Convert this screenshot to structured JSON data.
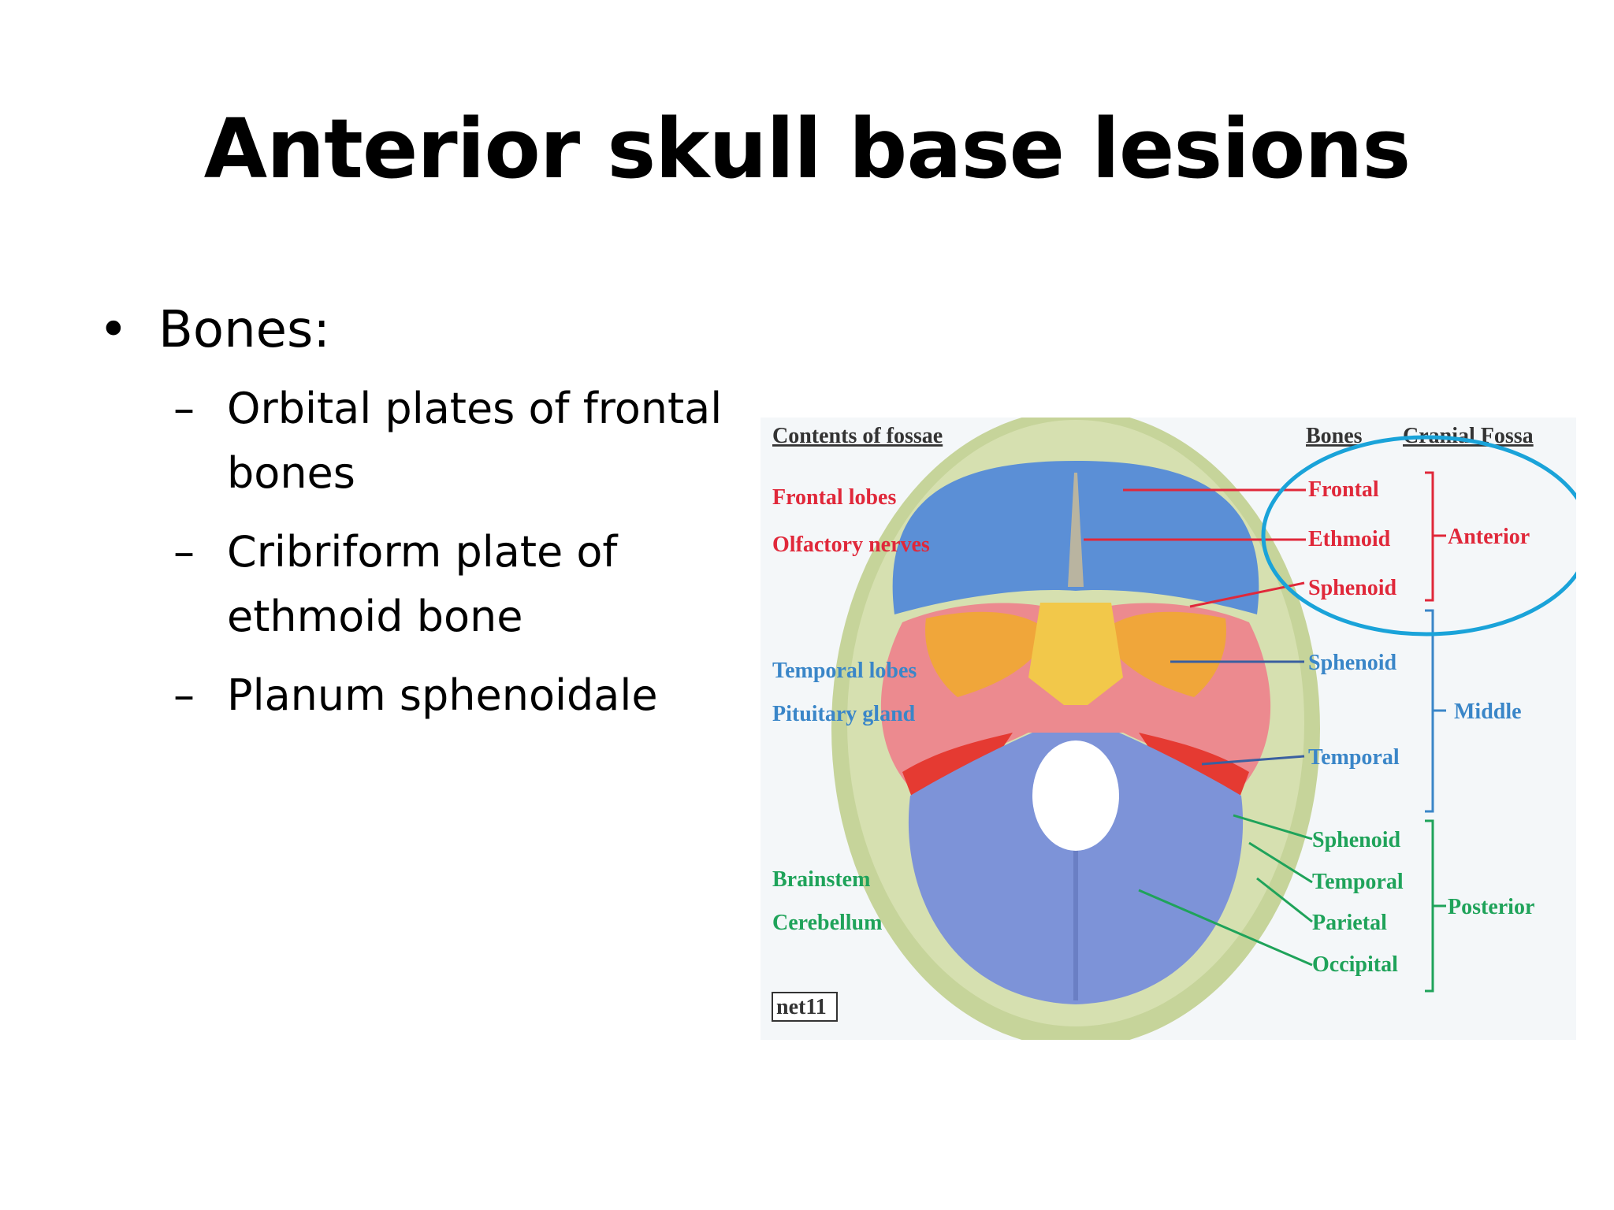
{
  "slide": {
    "title": "Anterior skull base lesions",
    "bullets": [
      {
        "text": "Bones:",
        "sub": [
          "Orbital plates of frontal bones",
          "Cribriform plate of ethmoid bone",
          "Planum sphenoidale"
        ]
      }
    ]
  },
  "figure": {
    "left_header": "Contents of fossae",
    "right_header_bones": "Bones",
    "right_header_fossa": "Cranial Fossa",
    "contents": {
      "anterior": [
        "Frontal lobes",
        "Olfactory nerves"
      ],
      "middle": [
        "Temporal lobes",
        "Pituitary gland"
      ],
      "posterior": [
        "Brainstem",
        "Cerebellum"
      ]
    },
    "bones": {
      "anterior": [
        "Frontal",
        "Ethmoid",
        "Sphenoid"
      ],
      "middle": [
        "Sphenoid",
        "Temporal"
      ],
      "posterior": [
        "Sphenoid",
        "Temporal",
        "Parietal",
        "Occipital"
      ]
    },
    "fossae": {
      "anterior": "Anterior",
      "middle": "Middle",
      "posterior": "Posterior"
    },
    "tag": "net11",
    "colors": {
      "anterior": "#e0283a",
      "middle": "#3a86c8",
      "posterior": "#1fa35a",
      "highlight": "#1aa3d9"
    }
  }
}
